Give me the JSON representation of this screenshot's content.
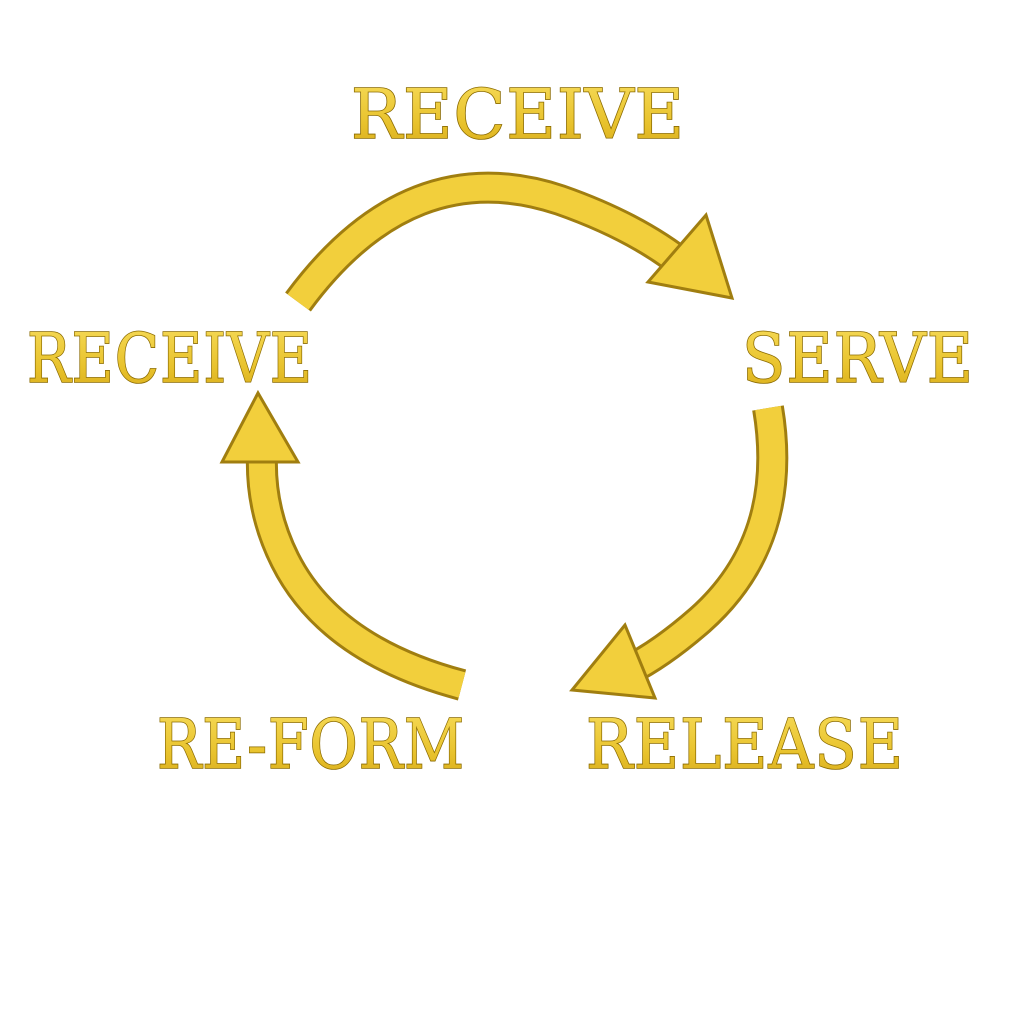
{
  "labels": {
    "top": "RECEIVE",
    "left": "RECEIVE",
    "right": "SERVE",
    "bottom_right": "RELEASE",
    "bottom_left": "RE-FORM"
  },
  "colors": {
    "gold": "#f2cf3c",
    "gold_light": "#f8e27a",
    "outline": "#a07e10"
  }
}
